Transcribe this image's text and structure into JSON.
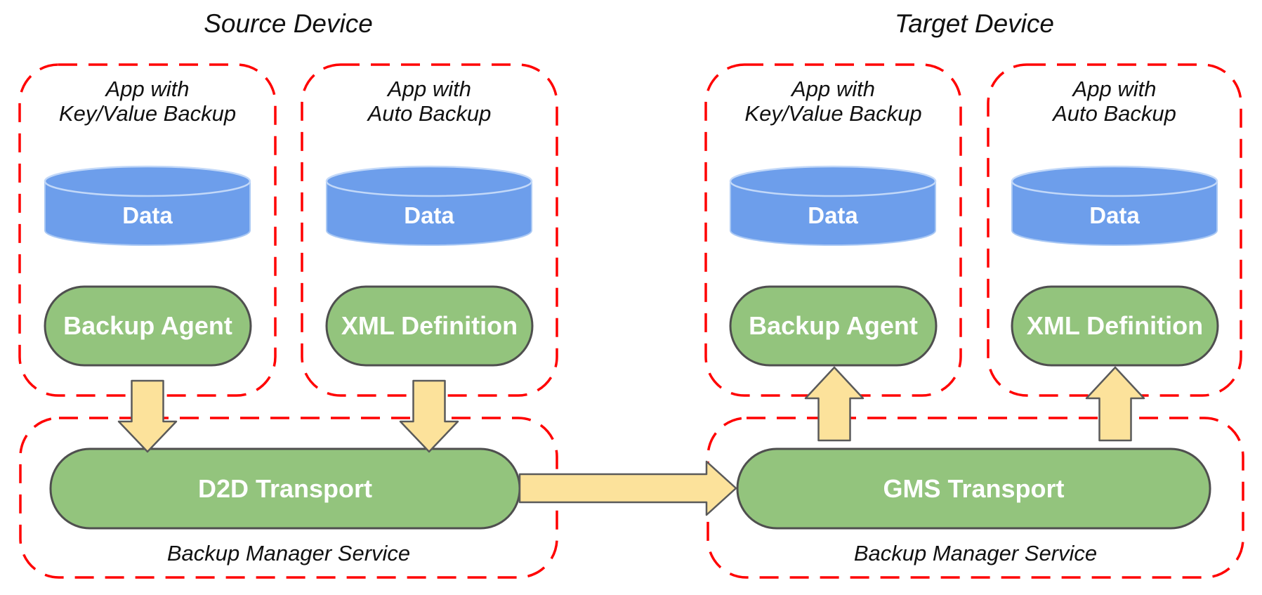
{
  "titles": {
    "source": "Source Device",
    "target": "Target Device"
  },
  "apps": {
    "source_kv": {
      "line1": "App with",
      "line2": "Key/Value Backup",
      "data": "Data",
      "component": "Backup Agent"
    },
    "source_auto": {
      "line1": "App with",
      "line2": "Auto Backup",
      "data": "Data",
      "component": "XML Definition"
    },
    "target_kv": {
      "line1": "App with",
      "line2": "Key/Value Backup",
      "data": "Data",
      "component": "Backup Agent"
    },
    "target_auto": {
      "line1": "App with",
      "line2": "Auto Backup",
      "data": "Data",
      "component": "XML Definition"
    }
  },
  "services": {
    "source": {
      "transport": "D2D Transport",
      "label": "Backup Manager Service"
    },
    "target": {
      "transport": "GMS Transport",
      "label": "Backup Manager Service"
    }
  },
  "colors": {
    "box_border": "#FF0000",
    "cylinder_fill": "#6D9EEB",
    "pill_fill": "#93C47D",
    "arrow_fill": "#FCE29B",
    "shape_border": "#545454"
  }
}
